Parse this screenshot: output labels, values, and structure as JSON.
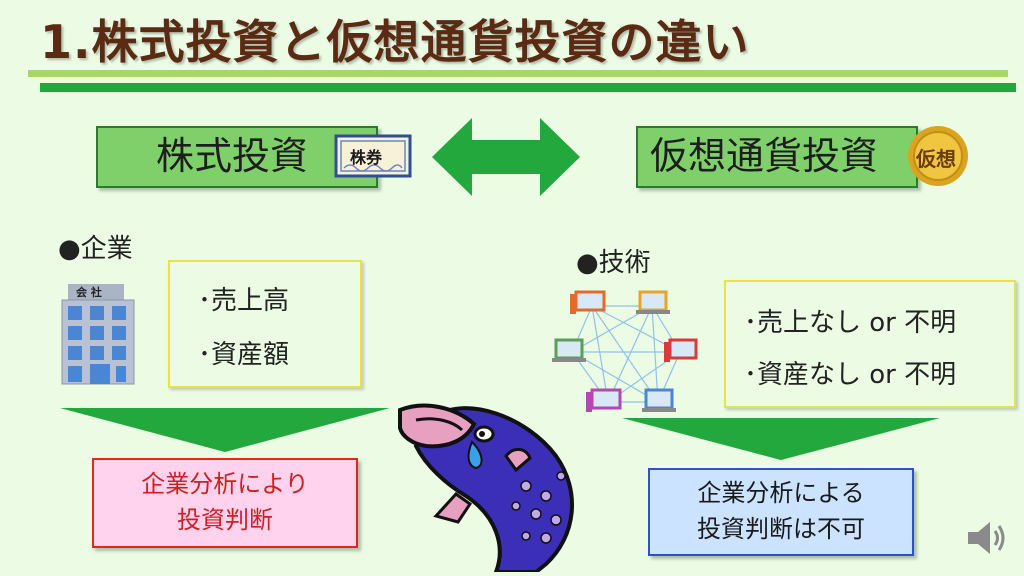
{
  "slide": {
    "title": "1.株式投資と仮想通貨投資の違い"
  },
  "stock": {
    "label": "株式投資",
    "certificate_text": "株券",
    "bullet_head": "●企業",
    "building_sign": "会 社",
    "items": [
      "･売上高",
      "･資産額"
    ],
    "conclusion": [
      "企業分析により",
      "投資判断"
    ]
  },
  "crypto": {
    "label": "仮想通貨投資",
    "coin_text": "仮想",
    "bullet_head": "●技術",
    "items": [
      "･売上なし or 不明",
      "･資産なし or 不明"
    ],
    "conclusion": [
      "企業分析による",
      "投資判断は不可"
    ]
  },
  "colors": {
    "title": "#5a2a12",
    "accent_green": "#22a83c",
    "box_green": "#7fd06a",
    "pink_fill": "#ffd2ee",
    "pink_text": "#d11f1f",
    "blue_fill": "#cbe3ff"
  },
  "icons": {
    "double_arrow": "double-arrow-icon",
    "certificate": "stock-certificate-icon",
    "coin": "crypto-coin-icon",
    "building": "company-building-icon",
    "network": "computer-network-icon",
    "fish": "crying-fish-icon",
    "speaker": "speaker-icon"
  }
}
